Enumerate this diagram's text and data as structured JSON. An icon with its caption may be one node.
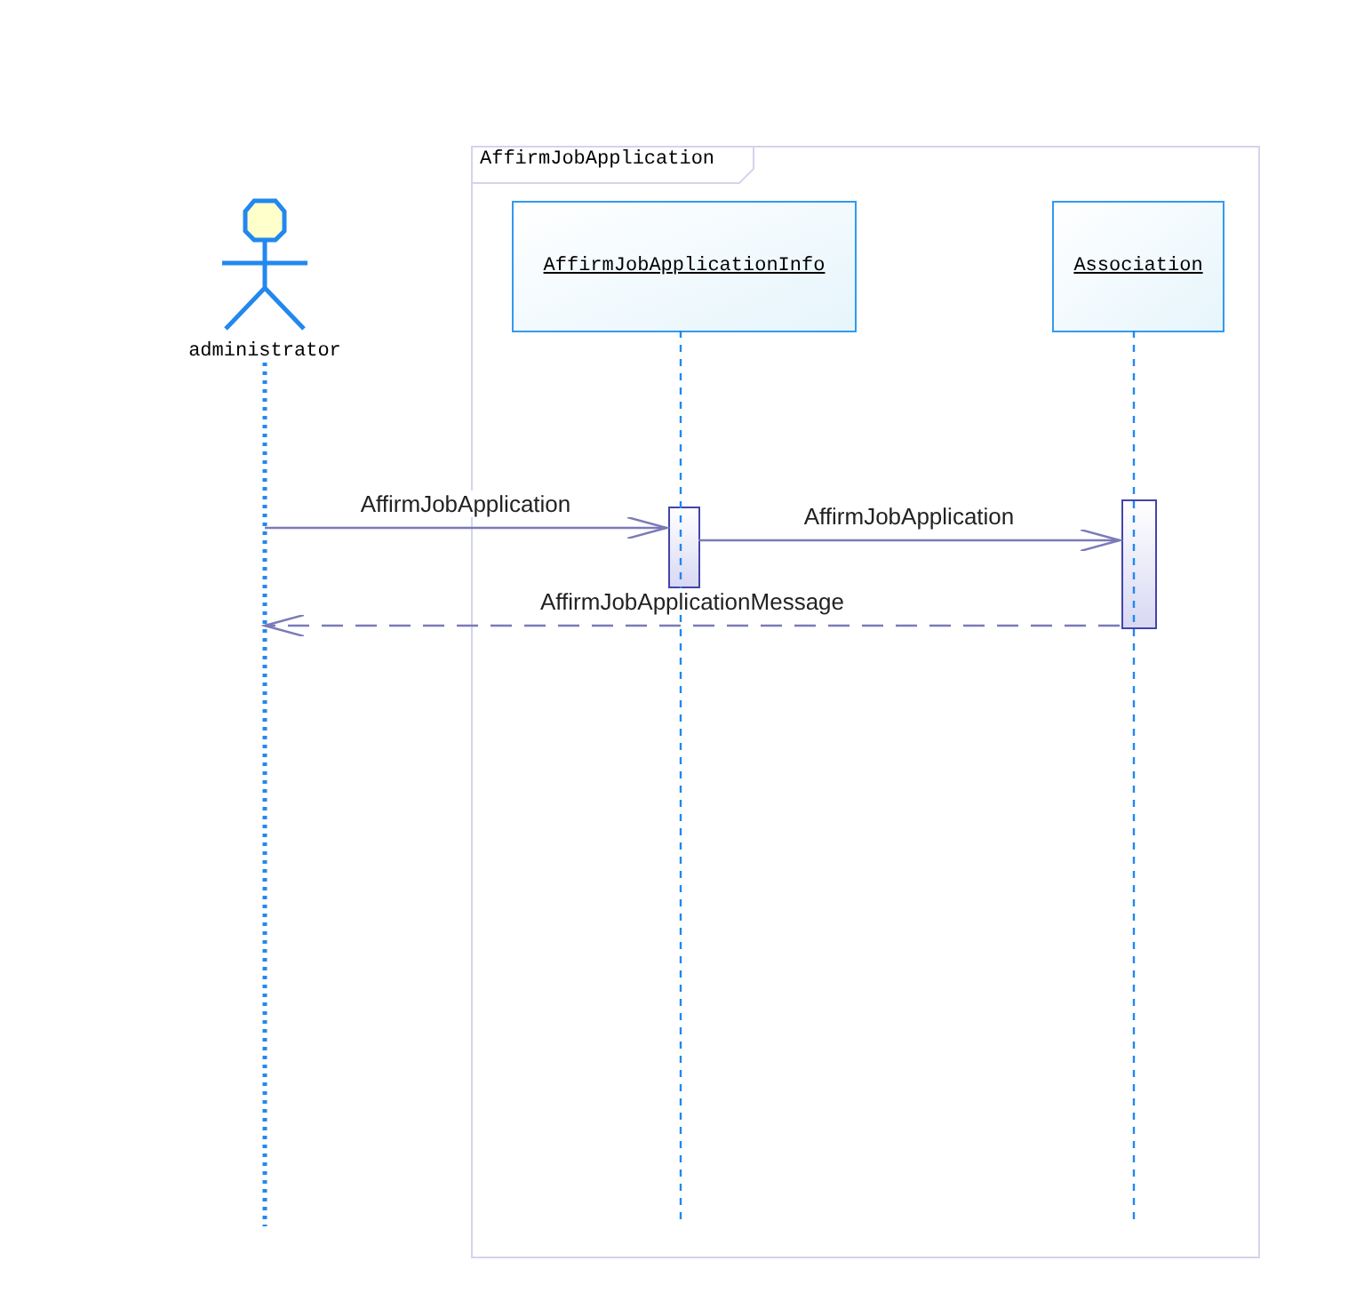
{
  "diagram": {
    "nodes": [
      {
        "text": [
          "AffirmJobApplication"
        ]
      },
      {
        "text": [
          "administrator"
        ]
      },
      {
        "text": [
          "AffirmJobApplicationInfo"
        ],
        "in": 0
      },
      {
        "text": [
          "Association"
        ],
        "in": 0
      },
      {
        "text": [],
        "shape": "bar",
        "in": 0
      },
      {
        "text": [],
        "shape": "bar",
        "in": 0
      }
    ],
    "edges": [
      {
        "from": null,
        "to": 4,
        "arrow": "to",
        "label": "AffirmJobApplication"
      },
      {
        "from": 4,
        "to": 5,
        "arrow": "to",
        "label": "AffirmJobApplication"
      },
      {
        "from": 5,
        "to": null,
        "arrow": "to",
        "label": "AffirmJobApplicationMessage",
        "style": "dashed"
      }
    ]
  }
}
